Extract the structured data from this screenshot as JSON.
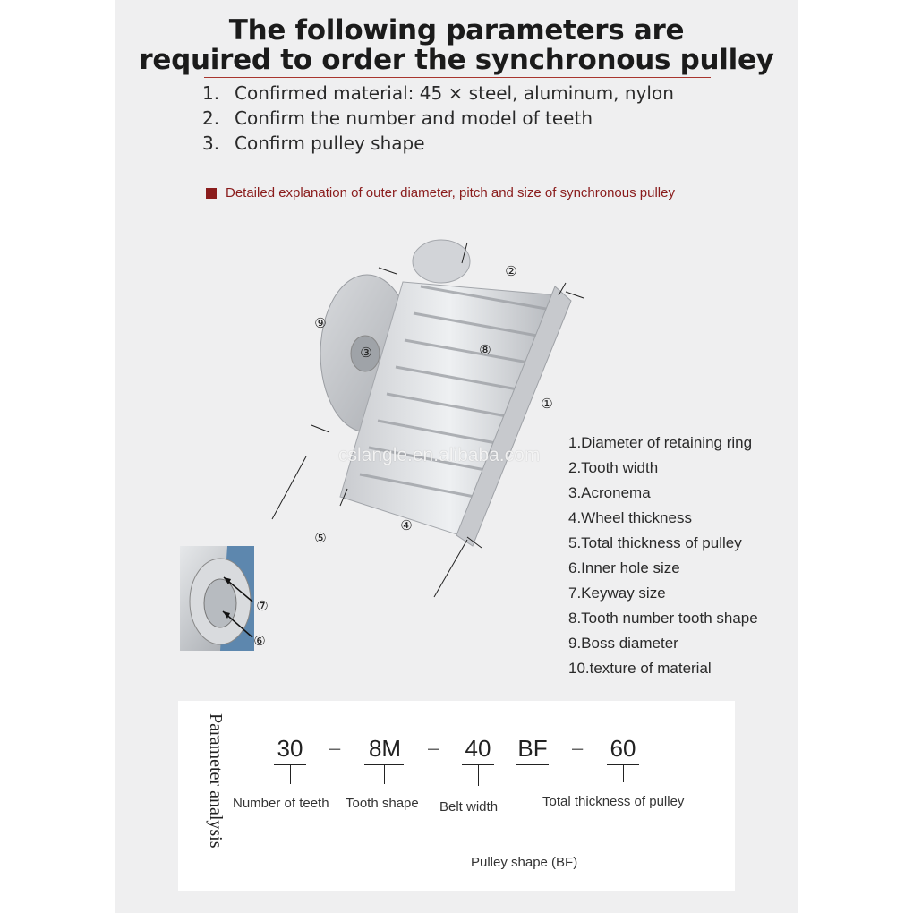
{
  "header": {
    "title_line1": "The following parameters are",
    "title_line2": "required to order the synchronous pulley"
  },
  "requirements": [
    {
      "num": "1.",
      "text": "Confirmed material: 45 × steel, aluminum, nylon"
    },
    {
      "num": "2.",
      "text": "Confirm the number and model of teeth"
    },
    {
      "num": "3.",
      "text": "Confirm pulley shape"
    }
  ],
  "note": "Detailed explanation of outer diameter, pitch and size of synchronous pulley",
  "callouts": {
    "c1": "①",
    "c2": "②",
    "c3": "③",
    "c4": "④",
    "c5": "⑤",
    "c6": "⑥",
    "c7": "⑦",
    "c8": "⑧",
    "c9": "⑨"
  },
  "watermark": "cslangle.en.alibaba.com",
  "parameters": [
    "1.Diameter of retaining ring",
    "2.Tooth width",
    "3.Acronema",
    "4.Wheel thickness",
    "5.Total thickness of pulley",
    "6.Inner hole size",
    "7.Keyway size",
    "8.Tooth number tooth shape",
    "9.Boss diameter",
    "10.texture of material"
  ],
  "analysis": {
    "label": "Parameter analysis",
    "codes": {
      "teeth": "30",
      "shape": "8M",
      "width": "40",
      "pulley": "BF",
      "thickness": "60"
    },
    "separators": {
      "s1": "–",
      "s2": "–",
      "s3": "–"
    },
    "descriptions": {
      "teeth": "Number of teeth",
      "shape": "Tooth shape",
      "width": "Belt width",
      "thickness": "Total thickness of pulley",
      "pulley": "Pulley shape (BF)"
    }
  },
  "colors": {
    "accent": "#8a1c1c",
    "panel": "#efeff0"
  }
}
